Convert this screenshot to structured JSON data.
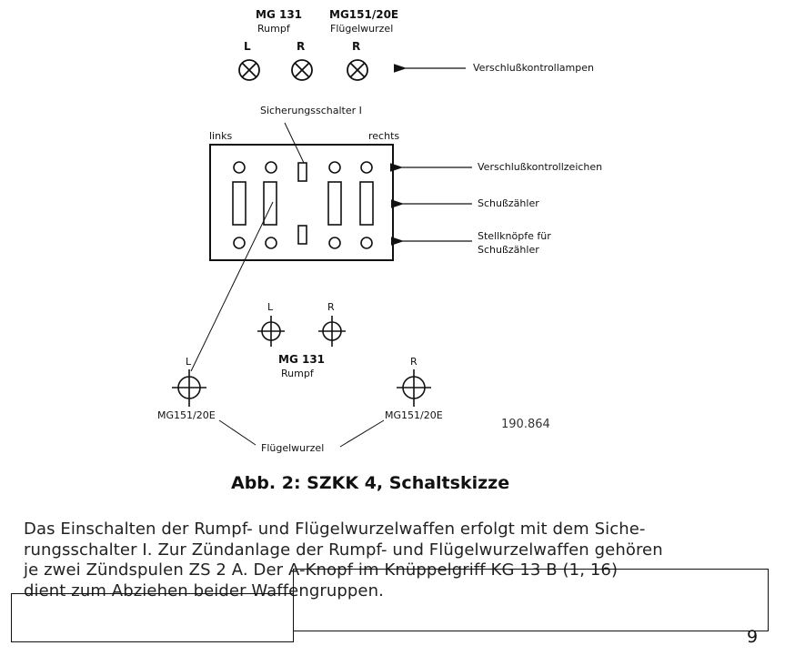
{
  "diagram": {
    "lamp_headers": [
      {
        "title": "MG 131",
        "subtitle": "Rumpf"
      },
      {
        "title": "MG151/20E",
        "subtitle": "Flügelwurzel"
      }
    ],
    "lamps": [
      {
        "side": "L"
      },
      {
        "side": "R"
      },
      {
        "side": "R"
      }
    ],
    "lamps_label": "Verschlußkontrollampen",
    "switch_label": "Sicherungsschalter I",
    "panel_left_label": "links",
    "panel_right_label": "rechts",
    "panel_callouts": [
      "Verschlußkontrollzeichen",
      "Schußzähler",
      "Stellknöpfe für",
      "Schußzähler"
    ],
    "center_buttons": {
      "left": "L",
      "right": "R",
      "title": "MG 131",
      "subtitle": "Rumpf"
    },
    "outer_buttons": {
      "left": "L",
      "right": "R",
      "left_label": "MG151/20E",
      "right_label": "MG151/20E",
      "group_label": "Flügelwurzel"
    },
    "figure_number": "190.864"
  },
  "caption": "Abb. 2: SZKK 4, Schaltskizze",
  "paragraph_lines": [
    "Das Einschalten der Rumpf- und Flügelwurzelwaffen erfolgt mit dem Siche-",
    "rungsschalter I. Zur Zündanlage der Rumpf- und Flügelwurzelwaffen gehören",
    "je zwei Zündspulen ZS 2 A. Der A-Knopf im Knüppelgriff KG 13 B (1, 16)",
    "dient zum Abziehen beider Waffengruppen."
  ],
  "page_number": "9",
  "colors": {
    "ink": "#111111",
    "paper": "#ffffff"
  }
}
